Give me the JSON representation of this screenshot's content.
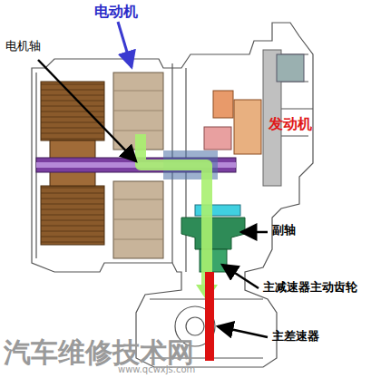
{
  "diagram": {
    "labels": [
      "电动机",
      "电机轴",
      "发动机",
      "副轴",
      "主减速器主动齿轮",
      "主差速器",
      "汽车维修技术网",
      "www.qcwxjs.com"
    ]
  }
}
